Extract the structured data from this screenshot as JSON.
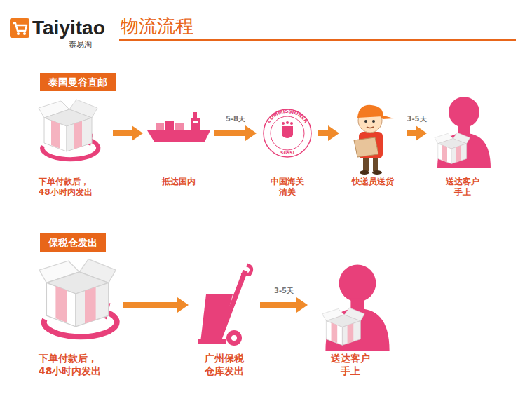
{
  "diagram": {
    "title": "物流流程",
    "nodes": [
      {
        "text": [
          "泰国曼谷直邮"
        ]
      },
      {
        "text": [
          "下单付款后， 48小时内发出"
        ]
      },
      {
        "text": [
          "抵达国内"
        ]
      },
      {
        "text": [
          "中国海关 清关"
        ]
      },
      {
        "text": [
          "快递员送货"
        ]
      },
      {
        "text": [
          "送达客户 手上"
        ]
      },
      {
        "text": [
          "保税仓发出"
        ]
      },
      {
        "text": [
          "下单付款后， 48小时内发出"
        ]
      },
      {
        "text": [
          "广州保税 仓库发出"
        ]
      },
      {
        "text": [
          "送达客户 手上"
        ]
      }
    ],
    "edges": [
      {
        "from": 1,
        "to": 2,
        "arrow": "to"
      },
      {
        "from": 2,
        "to": 3,
        "label": "5-8天",
        "arrow": "to"
      },
      {
        "from": 3,
        "to": 4,
        "arrow": "to"
      },
      {
        "from": 4,
        "to": 5,
        "label": "3-5天",
        "arrow": "to"
      },
      {
        "from": 7,
        "to": 8,
        "arrow": "to"
      },
      {
        "from": 8,
        "to": 9,
        "label": "3-5天",
        "arrow": "to"
      }
    ],
    "labels": [
      "Taiyitao",
      "泰易淘",
      "COMMISSIONER",
      "SGSSI"
    ]
  }
}
